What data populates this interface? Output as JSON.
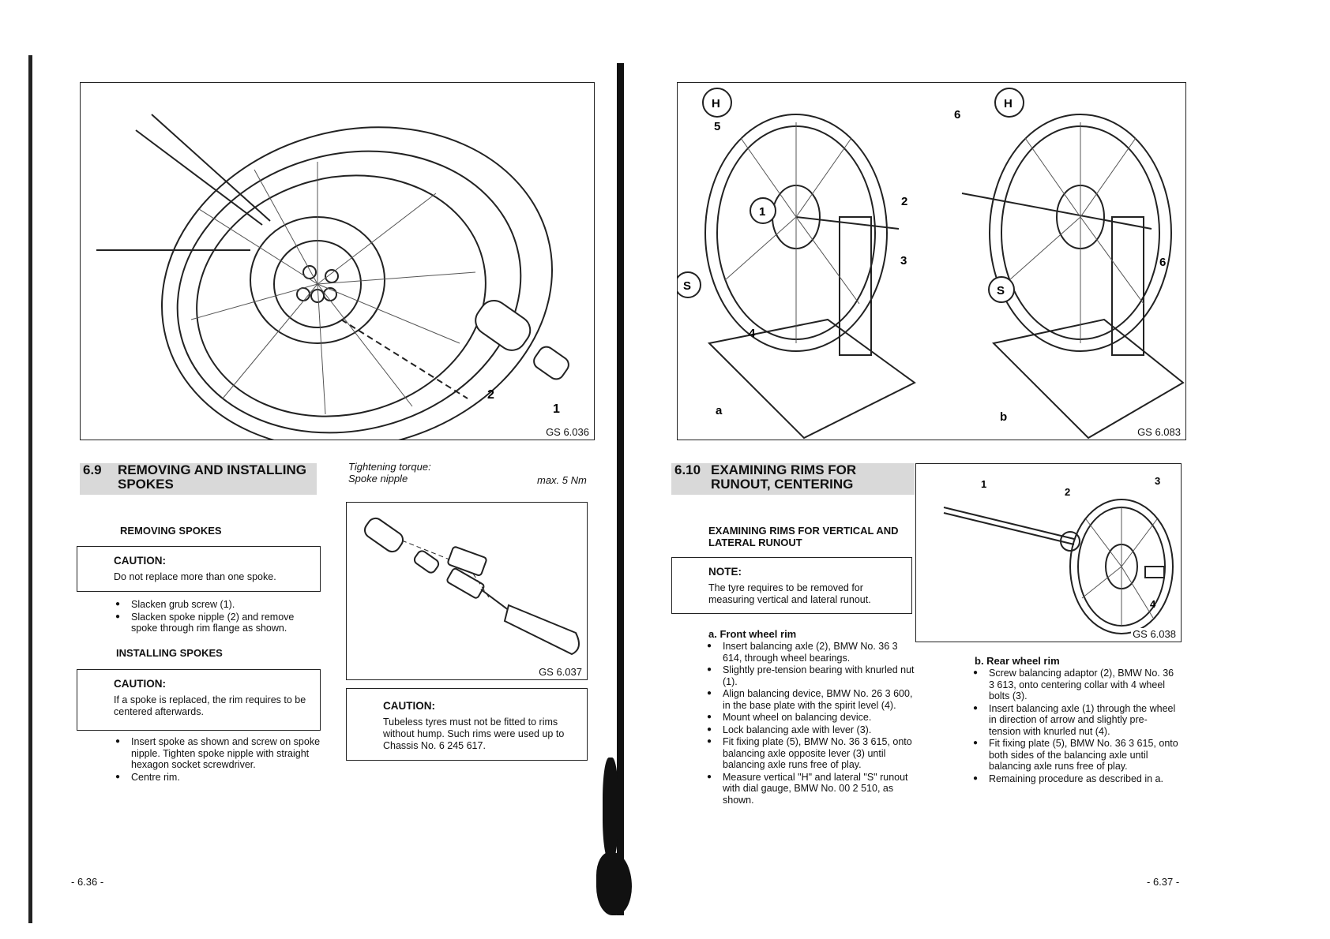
{
  "figures": {
    "fig1": {
      "label": "GS 6.036",
      "callouts": [
        "2",
        "1"
      ]
    },
    "fig2": {
      "label": "GS 6.083",
      "callouts": [
        "5",
        "2",
        "1",
        "3",
        "4",
        "6",
        "6"
      ],
      "panel_a": "a",
      "panel_b": "b",
      "badge_h": "H",
      "badge_s": "S"
    },
    "fig3": {
      "label": "GS 6.037"
    },
    "fig4": {
      "label": "GS 6.038",
      "callouts": [
        "1",
        "2",
        "3",
        "4"
      ]
    }
  },
  "left_page": {
    "section": {
      "number": "6.9",
      "title": "REMOVING AND INSTALLING SPOKES"
    },
    "torque": {
      "label": "Tightening torque:",
      "item": "Spoke nipple",
      "value": "max. 5 Nm"
    },
    "removing": {
      "heading": "REMOVING SPOKES",
      "caution_title": "CAUTION:",
      "caution_text": "Do not replace more than one spoke.",
      "steps": [
        "Slacken grub screw (1).",
        "Slacken spoke nipple (2) and remove spoke through rim flange as shown."
      ]
    },
    "installing": {
      "heading": "INSTALLING SPOKES",
      "caution_title": "CAUTION:",
      "caution_text": "If a spoke is replaced, the rim requires to be centered afterwards.",
      "steps": [
        "Insert spoke as shown and screw on spoke nipple. Tighten spoke nipple with straight hexagon socket screwdriver.",
        "Centre rim."
      ]
    },
    "tubeless_caution": {
      "title": "CAUTION:",
      "text": "Tubeless tyres must not be fitted to rims without hump. Such rims were used up to Chassis No. 6 245 617."
    },
    "page_number": "- 6.36 -"
  },
  "right_page": {
    "section": {
      "number": "6.10",
      "title": "EXAMINING RIMS FOR RUNOUT, CENTERING"
    },
    "subheading": "EXAMINING RIMS FOR VERTICAL AND LATERAL RUNOUT",
    "note": {
      "title": "NOTE:",
      "text": "The tyre requires to be removed for measuring vertical and lateral runout."
    },
    "front": {
      "heading": "a. Front wheel rim",
      "steps": [
        "Insert balancing axle (2), BMW No. 36 3 614, through wheel bearings.",
        "Slightly pre-tension bearing with knurled nut (1).",
        "Align balancing device, BMW No. 26 3 600, in the base plate with the spirit level (4).",
        "Mount wheel on balancing device.",
        "Lock balancing axle with lever (3).",
        "Fit fixing plate (5), BMW No. 36 3 615, onto balancing axle opposite lever (3) until balancing axle runs free of play.",
        "Measure vertical \"H\" and lateral \"S\" runout with dial gauge, BMW No. 00 2 510, as shown."
      ]
    },
    "rear": {
      "heading": "b. Rear wheel rim",
      "steps": [
        "Screw balancing adaptor (2), BMW No. 36 3 613, onto centering collar with 4 wheel bolts (3).",
        "Insert balancing axle (1) through the wheel in direction of arrow and slightly pre-tension with knurled nut (4).",
        "Fit fixing plate (5), BMW No. 36 3 615, onto both sides of the balancing axle until balancing axle runs free of play.",
        "Remaining procedure as described in a."
      ]
    },
    "page_number": "- 6.37 -"
  }
}
